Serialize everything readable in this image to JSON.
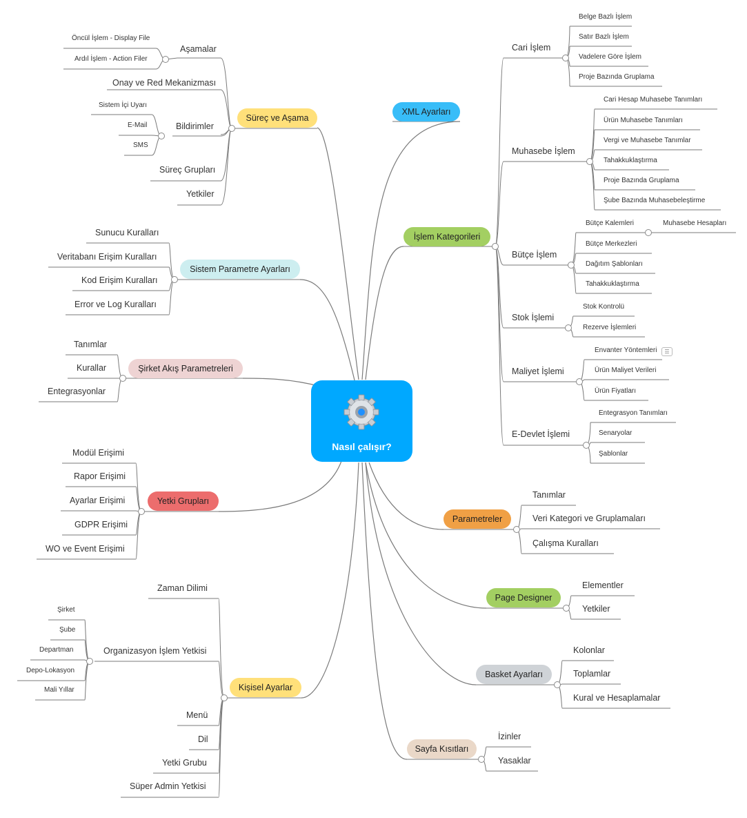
{
  "center": {
    "label": "Nasıl çalışır?",
    "icon": "gear-icon"
  },
  "left": {
    "surec": {
      "label": "Süreç ve Aşama",
      "color": "#ffe07a",
      "asamalar": {
        "label": "Aşamalar",
        "items": [
          "Öncül İşlem - Display File",
          "Ardıl İşlem - Action Filer"
        ]
      },
      "onay": "Onay ve Red Mekanizması",
      "bildirimler": {
        "label": "Bildirimler",
        "items": [
          "Sistem İçi Uyarı",
          "E-Mail",
          "SMS"
        ]
      },
      "gruplari": "Süreç Grupları",
      "yetkiler": "Yetkiler"
    },
    "sistem": {
      "label": "Sistem Parametre Ayarları",
      "color": "#cdeef0",
      "items": [
        "Sunucu Kuralları",
        "Veritabanı Erişim Kuralları",
        "Kod Erişim Kuralları",
        "Error ve Log Kuralları"
      ]
    },
    "sirket": {
      "label": "Şirket Akış Parametreleri",
      "color": "#eed3d3",
      "items": [
        "Tanımlar",
        "Kurallar",
        "Entegrasyonlar"
      ]
    },
    "yetki": {
      "label": "Yetki Grupları",
      "color": "#ec6d6d",
      "items": [
        "Modül Erişimi",
        "Rapor Erişimi",
        "Ayarlar Erişimi",
        "GDPR Erişimi",
        "WO ve Event Erişimi"
      ]
    },
    "kisisel": {
      "label": "Kişisel Ayarlar",
      "color": "#ffe07a",
      "zaman": "Zaman Dilimi",
      "org": {
        "label": "Organizasyon İşlem Yetkisi",
        "items": [
          "Şirket",
          "Şube",
          "Departman",
          "Depo-Lokasyon",
          "Mali Yıllar"
        ]
      },
      "menu": "Menü",
      "dil": "Dil",
      "yetki_grubu": "Yetki Grubu",
      "super": "Süper Admin Yetkisi"
    }
  },
  "right": {
    "xml": {
      "label": "XML Ayarları",
      "color": "#38bdf8"
    },
    "islem": {
      "label": "İşlem Kategorileri",
      "color": "#a3cf62",
      "cari": {
        "label": "Cari İşlem",
        "items": [
          "Belge Bazlı İşlem",
          "Satır Bazlı İşlem",
          "Vadelere Göre İşlem",
          "Proje Bazında Gruplama"
        ]
      },
      "muhasebe": {
        "label": "Muhasebe İşlem",
        "items": [
          "Cari Hesap Muhasebe Tanımları",
          "Ürün Muhasebe Tanımları",
          "Vergi ve Muhasebe Tanımlar",
          "Tahakkuklaştırma",
          "Proje Bazında Gruplama",
          "Şube Bazında Muhasebeleştirme"
        ]
      },
      "butce": {
        "label": "Bütçe İşlem",
        "items": [
          "Bütçe Kalemleri",
          "Bütçe Merkezleri",
          "Dağıtım Şablonları",
          "Tahakkuklaştırma"
        ],
        "sub": "Muhasebe Hesapları"
      },
      "stok": {
        "label": "Stok İşlemi",
        "items": [
          "Stok Kontrolü",
          "Rezerve İşlemleri"
        ]
      },
      "maliyet": {
        "label": "Maliyet İşlemi",
        "items": [
          "Envanter Yöntemleri",
          "Ürün Maliyet Verileri",
          "Ürün Fiyatları"
        ]
      },
      "edevlet": {
        "label": "E-Devlet İşlemi",
        "items": [
          "Entegrasyon Tanımları",
          "Senaryolar",
          "Şablonlar"
        ]
      }
    },
    "param": {
      "label": "Parametreler",
      "color": "#f0a045",
      "items": [
        "Tanımlar",
        "Veri Kategori ve Gruplamaları",
        "Çalışma Kuralları"
      ]
    },
    "page": {
      "label": "Page Designer",
      "color": "#a3cf62",
      "items": [
        "Elementler",
        "Yetkiler"
      ]
    },
    "basket": {
      "label": "Basket Ayarları",
      "color": "#cfd3d7",
      "items": [
        "Kolonlar",
        "Toplamlar",
        "Kural ve Hesaplamalar"
      ]
    },
    "sayfa": {
      "label": "Sayfa Kısıtları",
      "color": "#ead8c8",
      "items": [
        "İzinler",
        "Yasaklar"
      ]
    }
  }
}
